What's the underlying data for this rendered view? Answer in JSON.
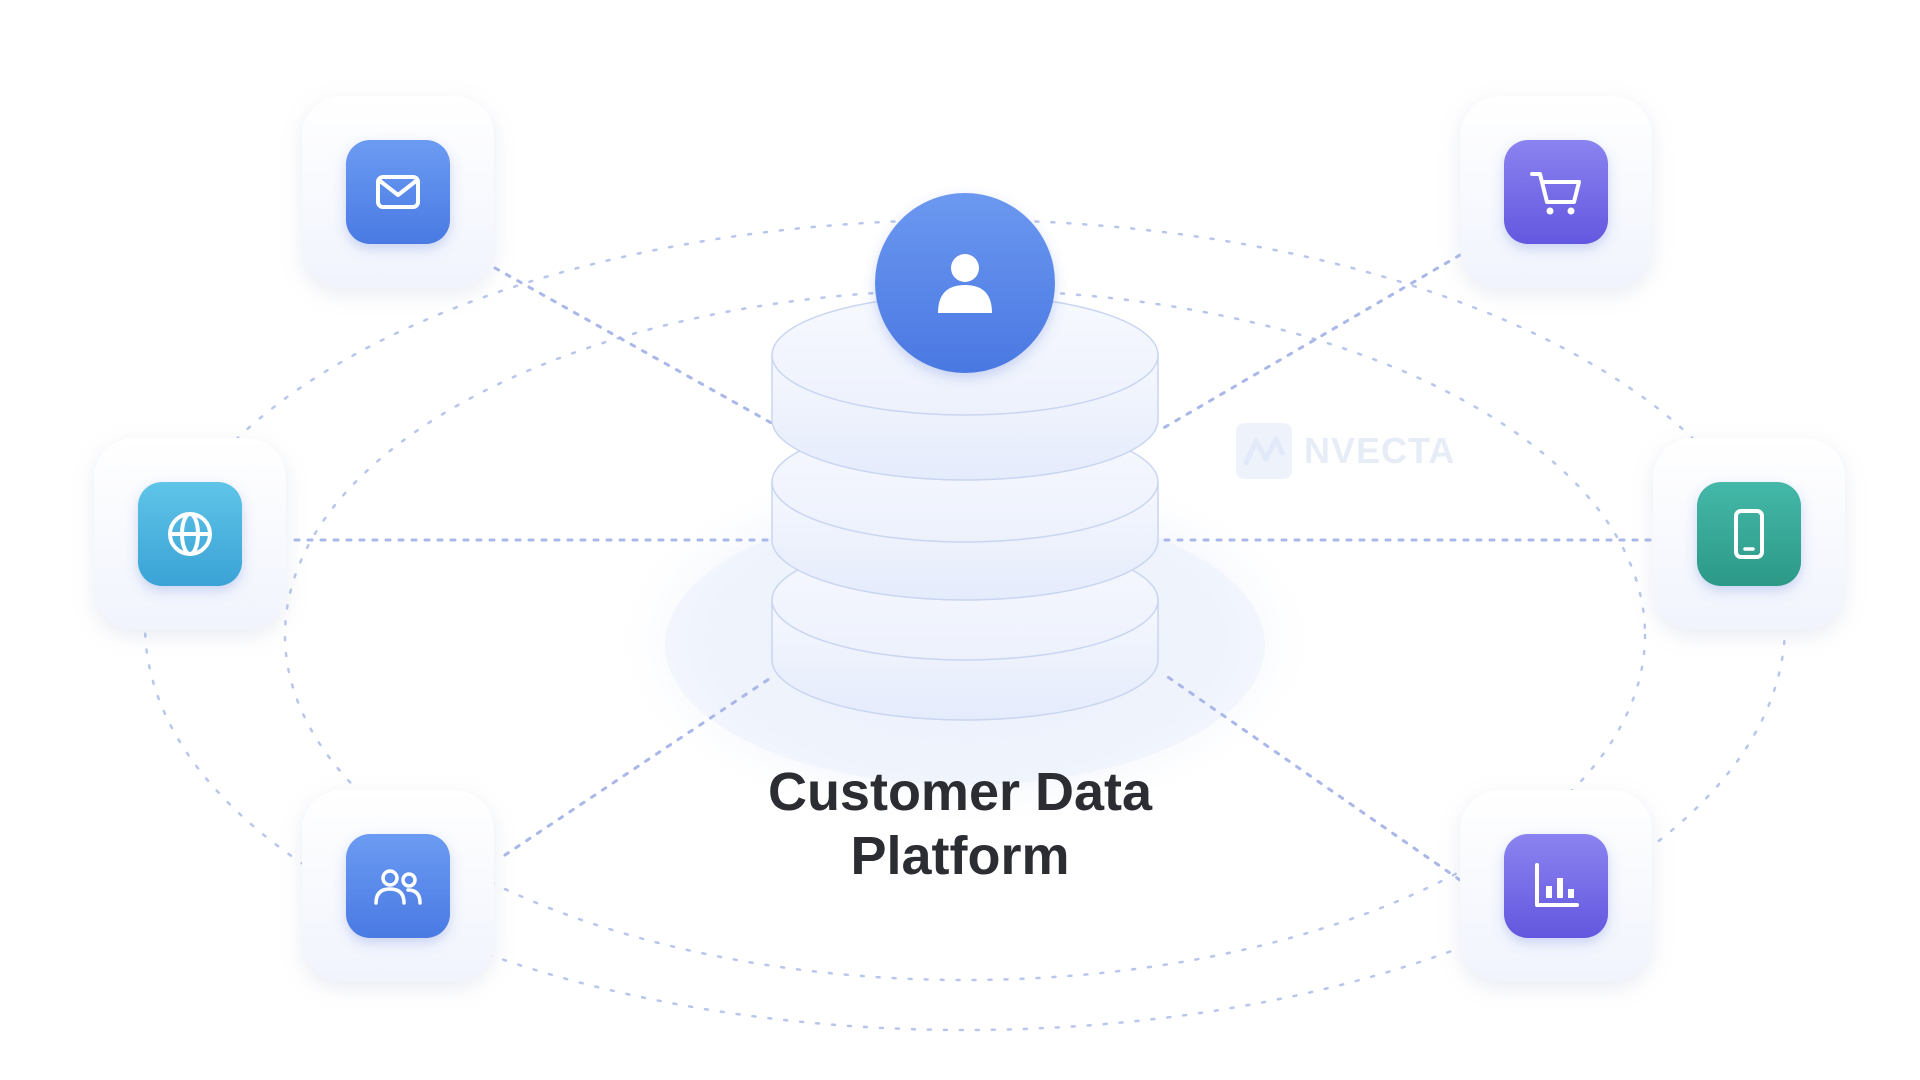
{
  "diagram": {
    "title_line1": "Customer Data",
    "title_line2": "Platform",
    "watermark": "NVECTA",
    "center_icon": "user-icon",
    "nodes": [
      {
        "id": "email",
        "icon": "mail-icon",
        "from": "#6b9bf2",
        "to": "#4a7ae3"
      },
      {
        "id": "web",
        "icon": "globe-icon",
        "from": "#5fc4e8",
        "to": "#3aa3d6"
      },
      {
        "id": "community",
        "icon": "users-icon",
        "from": "#6b9bf2",
        "to": "#4a7ae3"
      },
      {
        "id": "ecommerce",
        "icon": "cart-icon",
        "from": "#8b83f0",
        "to": "#6357df"
      },
      {
        "id": "mobile",
        "icon": "smartphone-icon",
        "from": "#44b8a8",
        "to": "#2c9987"
      },
      {
        "id": "analytics",
        "icon": "bar-chart-icon",
        "from": "#8b83f0",
        "to": "#6357df"
      }
    ],
    "colors": {
      "connector": "#a9b8e8",
      "disk_fill": "#eef2fc",
      "disk_stroke": "#c9d5f1",
      "title": "#2b2d33"
    }
  }
}
